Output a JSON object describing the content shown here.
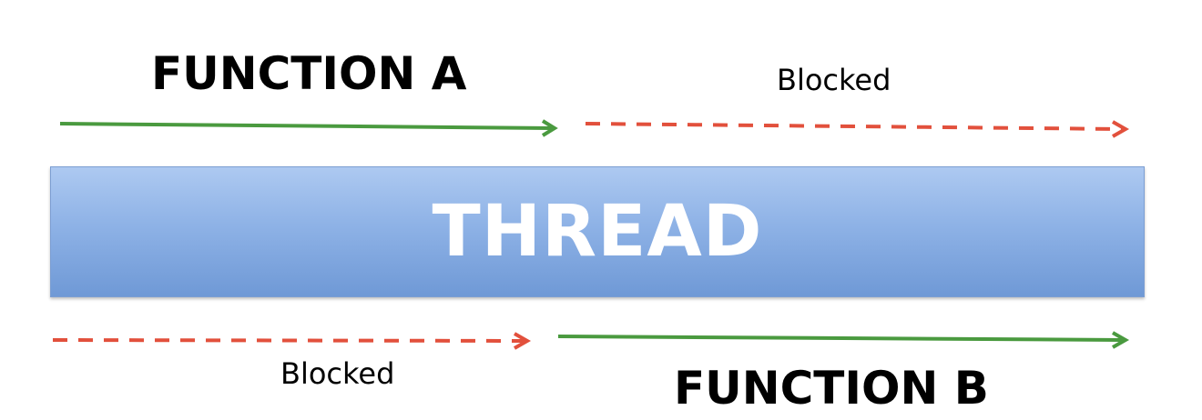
{
  "diagram": {
    "function_a_label": "FUNCTION A",
    "function_b_label": "FUNCTION B",
    "blocked_top_label": "Blocked",
    "blocked_bottom_label": "Blocked",
    "thread_label": "THREAD"
  },
  "colors": {
    "running_arrow": "#4a9a3f",
    "blocked_arrow": "#e2503c",
    "thread_bar": "#8eb2e6",
    "thread_text": "#ffffff"
  }
}
